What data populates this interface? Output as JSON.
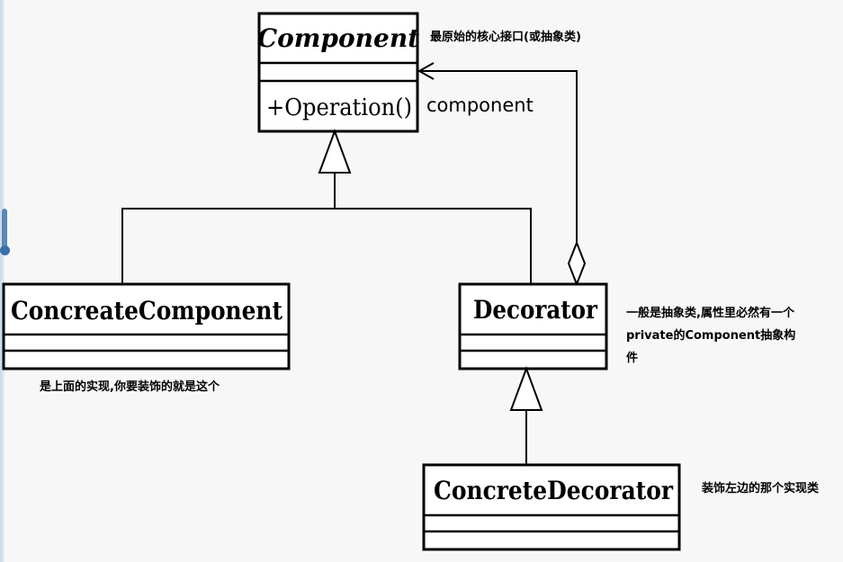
{
  "classes": {
    "component": {
      "name": "Component",
      "operation": "+Operation()"
    },
    "concrete_component": {
      "name": "ConcreateComponent"
    },
    "decorator": {
      "name": "Decorator"
    },
    "concrete_decorator": {
      "name": "ConcreteDecorator"
    }
  },
  "association_label": "component",
  "notes": {
    "component_note": "最原始的核心接口(或抽象类)",
    "concrete_component_note": "是上面的实现,你要装饰的就是这个",
    "decorator_note": "一般是抽象类,属性里必然有一个\nprivate的Component抽象构\n件",
    "concrete_decorator_note": "装饰左边的那个实现类"
  }
}
